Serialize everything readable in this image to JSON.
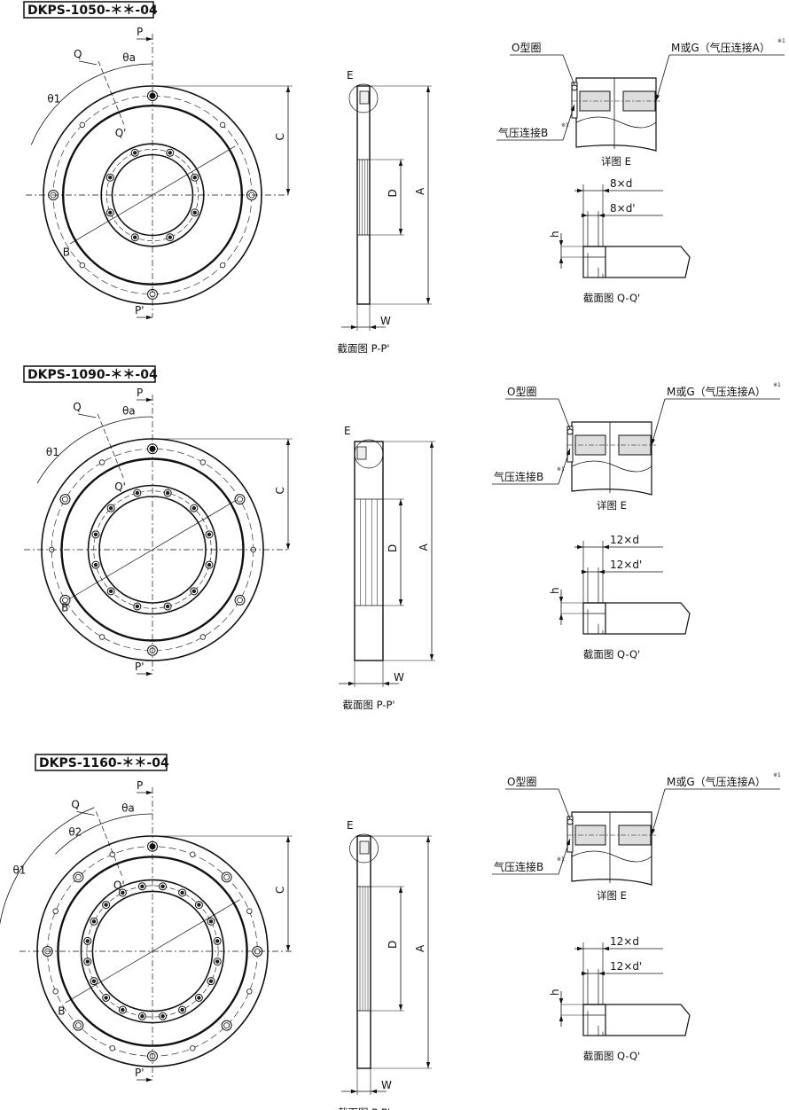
{
  "drawings": [
    {
      "title": "DKPS-1050-＊＊-04",
      "front": {
        "P": "P",
        "P_prime": "P'",
        "Q": "Q",
        "Q_prime": "Q'",
        "theta_a": "θa",
        "theta_1": "θ1",
        "B": "B",
        "C": "C"
      },
      "side": {
        "E": "E",
        "D": "D",
        "A": "A",
        "W": "W",
        "caption": "截面图 P-P'"
      },
      "detail": {
        "o_ring": "O型圈",
        "port_a": "M或G（气压连接A）",
        "port_b": "气压连接B",
        "note": "※1",
        "caption": "详图 E"
      },
      "section": {
        "d": "8×d",
        "d_prime": "8×d'",
        "h": "h",
        "caption": "截面图 Q-Q'"
      }
    },
    {
      "title": "DKPS-1090-＊＊-04",
      "front": {
        "P": "P",
        "P_prime": "P'",
        "Q": "Q",
        "Q_prime": "Q'",
        "theta_a": "θa",
        "theta_1": "θ1",
        "B": "B",
        "C": "C"
      },
      "side": {
        "E": "E",
        "D": "D",
        "A": "A",
        "W": "W",
        "caption": "截面图 P-P'"
      },
      "detail": {
        "o_ring": "O型圈",
        "port_a": "M或G（气压连接A）",
        "port_b": "气压连接B",
        "note": "※1",
        "caption": "详图 E"
      },
      "section": {
        "d": "12×d",
        "d_prime": "12×d'",
        "h": "h",
        "caption": "截面图 Q-Q'"
      }
    },
    {
      "title": "DKPS-1160-＊＊-04",
      "front": {
        "P": "P",
        "P_prime": "P'",
        "Q": "Q",
        "Q_prime": "Q'",
        "theta_a": "θa",
        "theta_1": "θ1",
        "theta_2": "θ2",
        "B": "B",
        "C": "C"
      },
      "side": {
        "E": "E",
        "D": "D",
        "A": "A",
        "W": "W",
        "caption": "截面图 P-P'"
      },
      "detail": {
        "o_ring": "O型圈",
        "port_a": "M或G（气压连接A）",
        "port_b": "气压连接B",
        "note": "※1",
        "caption": "详图 E"
      },
      "section": {
        "d": "12×d",
        "d_prime": "12×d'",
        "h": "h",
        "caption": "截面图 Q-Q'"
      }
    }
  ]
}
